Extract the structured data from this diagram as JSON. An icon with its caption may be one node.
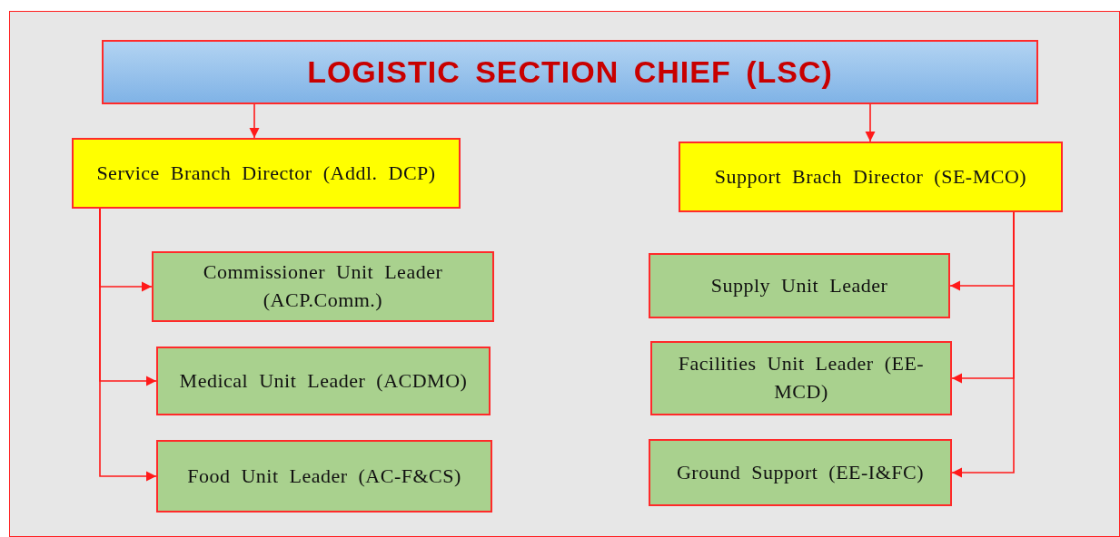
{
  "diagram": {
    "nodes": [
      {
        "text": [
          "LOGISTIC SECTION CHIEF (LSC)"
        ]
      },
      {
        "text": [
          "Service Branch Director (Addl. DCP)"
        ]
      },
      {
        "text": [
          "Support Brach Director (SE-MCO)"
        ]
      },
      {
        "text": [
          "Commissioner Unit Leader (ACP.Comm.)"
        ]
      },
      {
        "text": [
          "Medical Unit Leader (ACDMO)"
        ]
      },
      {
        "text": [
          "Food Unit Leader (AC-F&CS)"
        ]
      },
      {
        "text": [
          "Supply Unit Leader"
        ]
      },
      {
        "text": [
          "Facilities Unit Leader (EE-MCD)"
        ]
      },
      {
        "text": [
          "Ground Support (EE-I&FC)"
        ]
      }
    ],
    "edges": [
      {
        "from": 0,
        "to": 1,
        "arrow": "to"
      },
      {
        "from": 0,
        "to": 2,
        "arrow": "to"
      },
      {
        "from": 1,
        "to": 3,
        "arrow": "to"
      },
      {
        "from": 1,
        "to": 4,
        "arrow": "to"
      },
      {
        "from": 1,
        "to": 5,
        "arrow": "to"
      },
      {
        "from": 2,
        "to": 6,
        "arrow": "to"
      },
      {
        "from": 2,
        "to": 7,
        "arrow": "to"
      },
      {
        "from": 2,
        "to": 8,
        "arrow": "to"
      }
    ]
  }
}
